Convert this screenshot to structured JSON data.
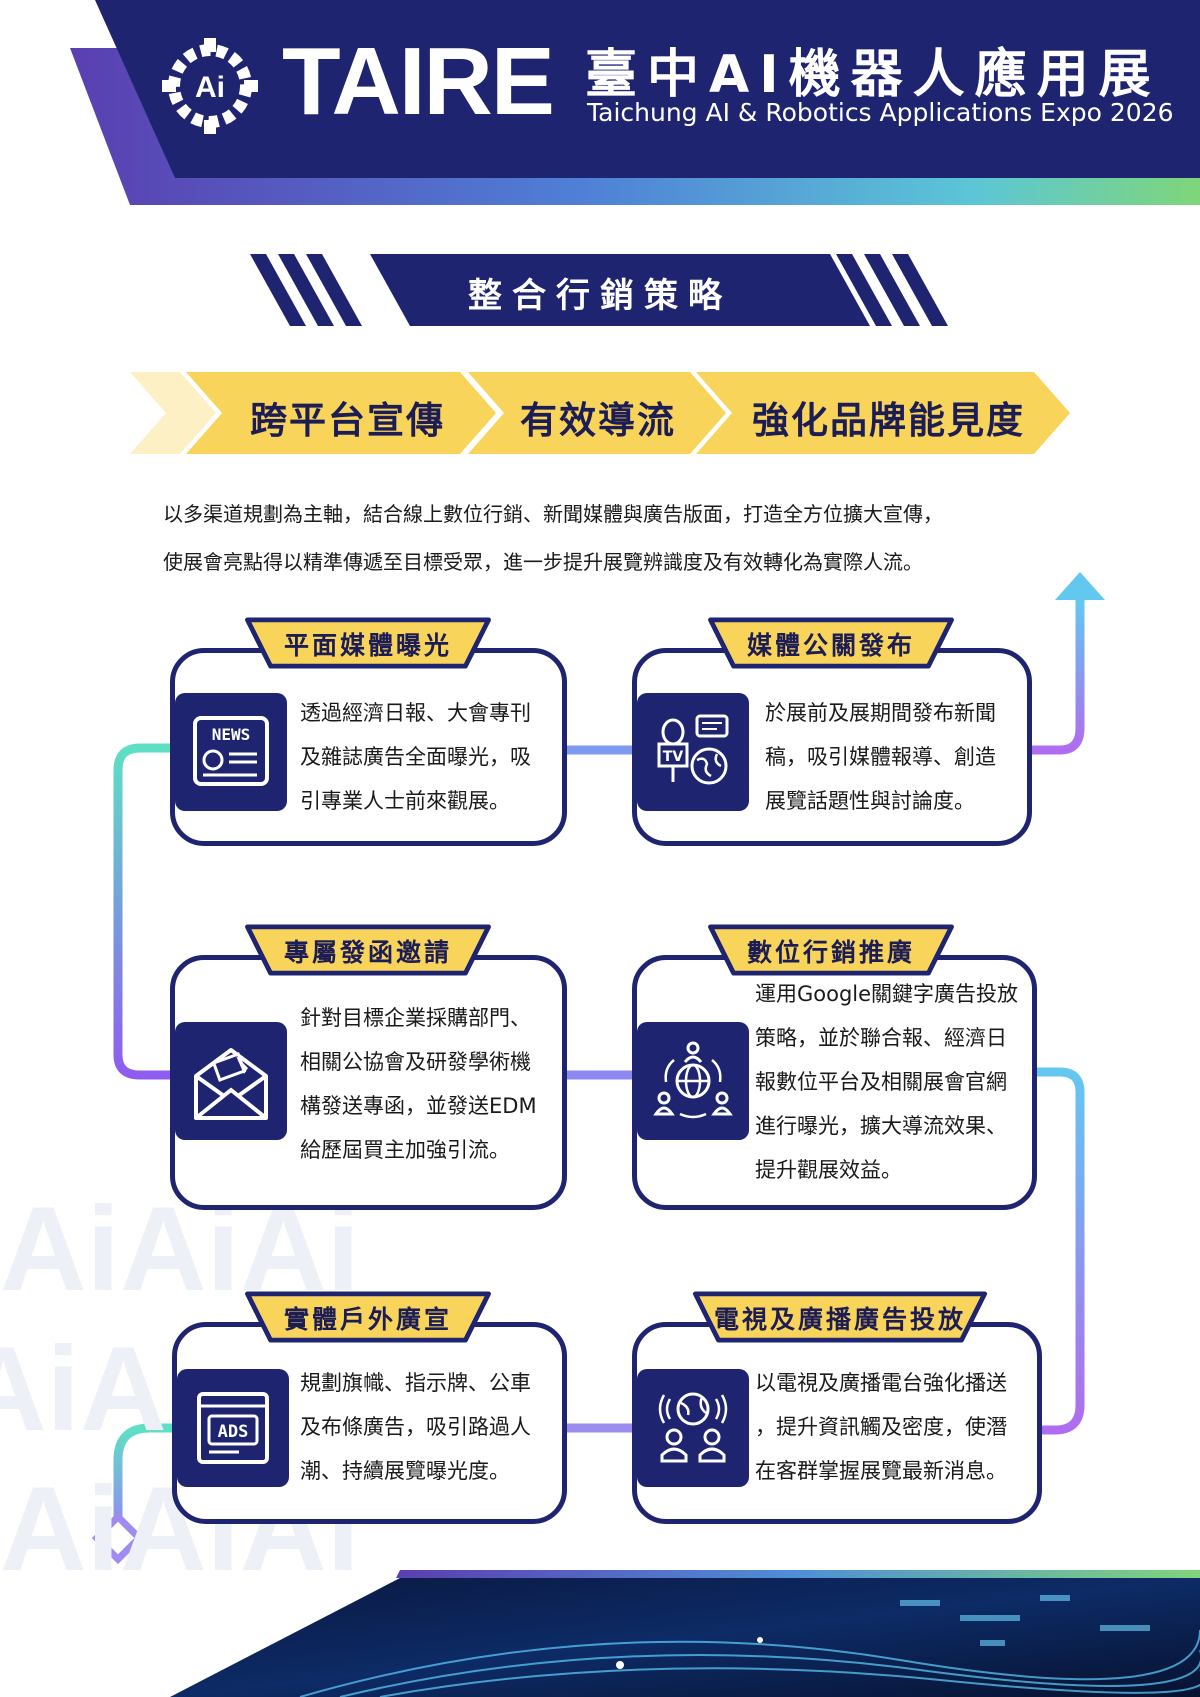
{
  "header": {
    "brand_name": "TAIRE",
    "title_zh": "臺中AI機器人應用展",
    "title_en": "Taichung AI & Robotics Applications Expo 2026"
  },
  "section_title": "整合行銷策略",
  "chevrons": [
    "跨平台宣傳",
    "有效導流",
    "強化品牌能見度"
  ],
  "intro": [
    "以多渠道規劃為主軸，結合線上數位行銷、新聞媒體與廣告版面，打造全方位擴大宣傳，",
    "使展會亮點得以精準傳遞至目標受眾，進一步提升展覽辨識度及有效轉化為實際人流。"
  ],
  "cards": [
    {
      "title": "平面媒體曝光",
      "icon": "newspaper-icon",
      "lines": [
        "透過經濟日報、大會專刊",
        "及雜誌廣告全面曝光，吸",
        "引專業人士前來觀展。"
      ]
    },
    {
      "title": "媒體公關發布",
      "icon": "tv-microphone-globe-icon",
      "lines": [
        "於展前及展期間發布新聞",
        "稿，吸引媒體報導、創造",
        "展覽話題性與討論度。"
      ]
    },
    {
      "title": "專屬發函邀請",
      "icon": "envelope-icon",
      "lines": [
        "針對目標企業採購部門、",
        "相關公協會及研發學術機",
        "構發送專函，並發送EDM",
        "給歷屆買主加強引流。"
      ]
    },
    {
      "title": "數位行銷推廣",
      "icon": "global-network-icon",
      "lines": [
        "運用Google關鍵字廣告投放",
        "策略，並於聯合報、經濟日",
        "報數位平台及相關展會官網",
        "進行曝光，擴大導流效果、",
        "提升觀展效益。"
      ]
    },
    {
      "title": "實體戶外廣宣",
      "icon": "ads-billboard-icon",
      "lines": [
        "規劃旗幟、指示牌、公車",
        "及布條廣告，吸引路過人",
        "潮、持續展覽曝光度。"
      ]
    },
    {
      "title": "電視及廣播廣告投放",
      "icon": "broadcast-people-icon",
      "lines": [
        "以電視及廣播電台強化播送",
        "，提升資訊觸及密度，使潛",
        "在客群掌握展覽最新消息。"
      ]
    }
  ],
  "icon_labels": {
    "news": "NEWS",
    "tv": "TV",
    "ads": "ADS"
  },
  "colors": {
    "navy": "#1f2470",
    "yellow": "#f9d45a",
    "light_yellow": "#fdf0c4",
    "teal": "#5ee0c5",
    "purple": "#9f6cf0",
    "sky": "#63c8f0"
  }
}
